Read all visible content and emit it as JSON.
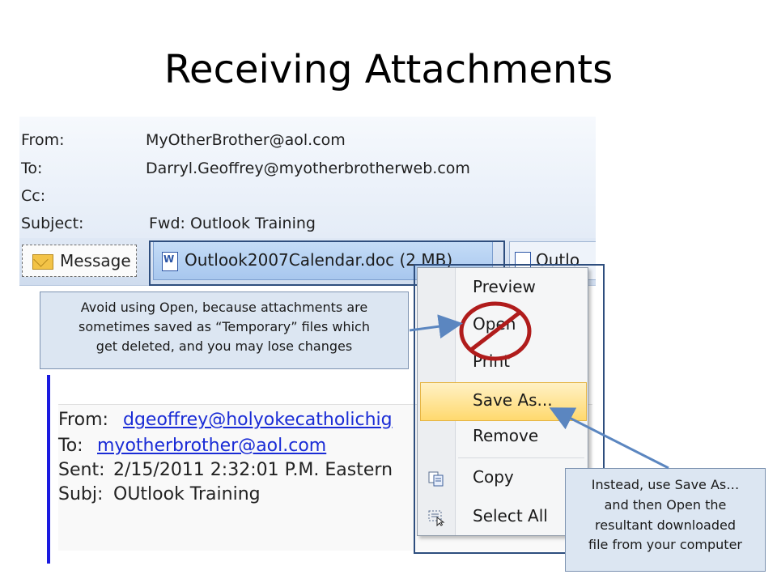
{
  "slide": {
    "title": "Receiving Attachments"
  },
  "email": {
    "from_label": "From:",
    "from_value": "MyOtherBrother@aol.com",
    "to_label": "To:",
    "to_value": "Darryl.Geoffrey@myotherbrotherweb.com",
    "cc_label": "Cc:",
    "cc_value": "",
    "subject_label": "Subject:",
    "subject_value": "Fwd: Outlook Training"
  },
  "attachments": {
    "message_tab": "Message",
    "file_tab": "Outlook2007Calendar.doc (2 MB)",
    "next_tab_partial": "Outlo"
  },
  "quoted": {
    "from_label": "From:",
    "from_value": "dgeoffrey@holyokecatholichig",
    "to_label": "To:",
    "to_value": "myotherbrother@aol.com",
    "sent_label": "Sent:",
    "sent_value": "2/15/2011 2:32:01 P.M. Eastern",
    "subj_label": "Subj:",
    "subj_value": "OUtlook Training"
  },
  "context_menu": {
    "items": [
      {
        "label": "Preview",
        "icon": "none"
      },
      {
        "label": "Open",
        "icon": "none"
      },
      {
        "label": "Print",
        "icon": "none"
      },
      {
        "label": "Save As...",
        "icon": "none",
        "highlighted": true
      },
      {
        "label": "Remove",
        "icon": "none"
      },
      {
        "label": "Copy",
        "icon": "copy-icon"
      },
      {
        "label": "Select All",
        "icon": "select-all-icon"
      }
    ]
  },
  "callouts": {
    "open_warning": {
      "line1": "Avoid using Open, because attachments are",
      "line2": "sometimes saved as “Temporary” files which",
      "line3": "get deleted, and you may lose changes"
    },
    "save_tip": {
      "line1": "Instead, use Save As…",
      "line2": "and then Open the",
      "line3": "resultant downloaded",
      "line4": "file from your computer"
    }
  },
  "colors": {
    "no_sign": "#b01c1c",
    "callout_fill": "#dce6f2",
    "arrow": "#5b86c0",
    "highlight": "#ffd96e",
    "link": "#1a2cd6"
  }
}
